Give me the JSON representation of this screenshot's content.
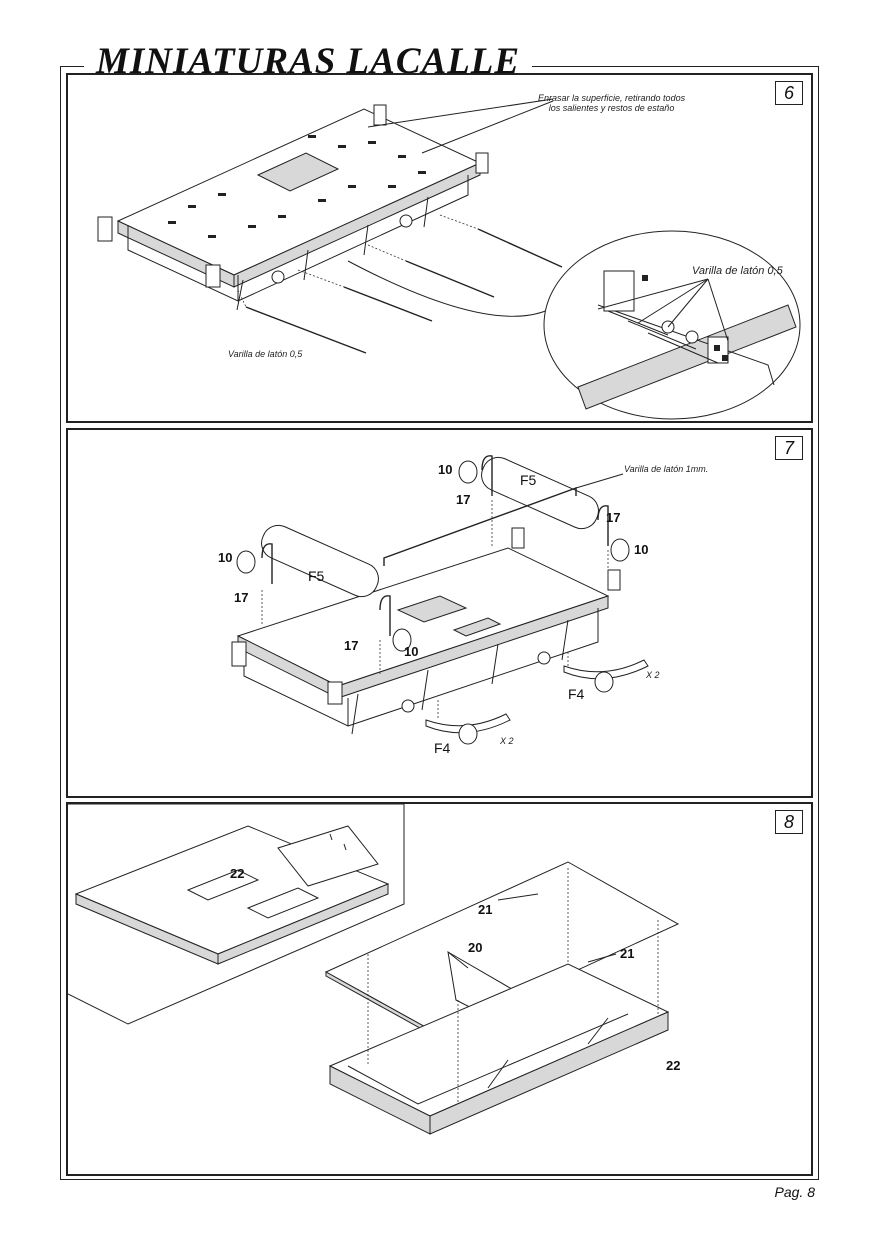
{
  "brand": "MINIATURAS LACALLE",
  "page_label": "Pag. 8",
  "step6": {
    "number": "6",
    "note_line1": "Enrasar la superficie, retirando todos",
    "note_line2": "los salientes y restos de estaño",
    "detail_label": "Varilla de latón 0,5",
    "rod_label": "Varilla de latón 0,5"
  },
  "step7": {
    "number": "7",
    "rod_label": "Varilla de latón 1mm.",
    "part_10": "10",
    "part_17": "17",
    "part_f5": "F5",
    "part_f4": "F4",
    "qty": "X 2"
  },
  "step8": {
    "number": "8",
    "part_20": "20",
    "part_21": "21",
    "part_22": "22"
  }
}
